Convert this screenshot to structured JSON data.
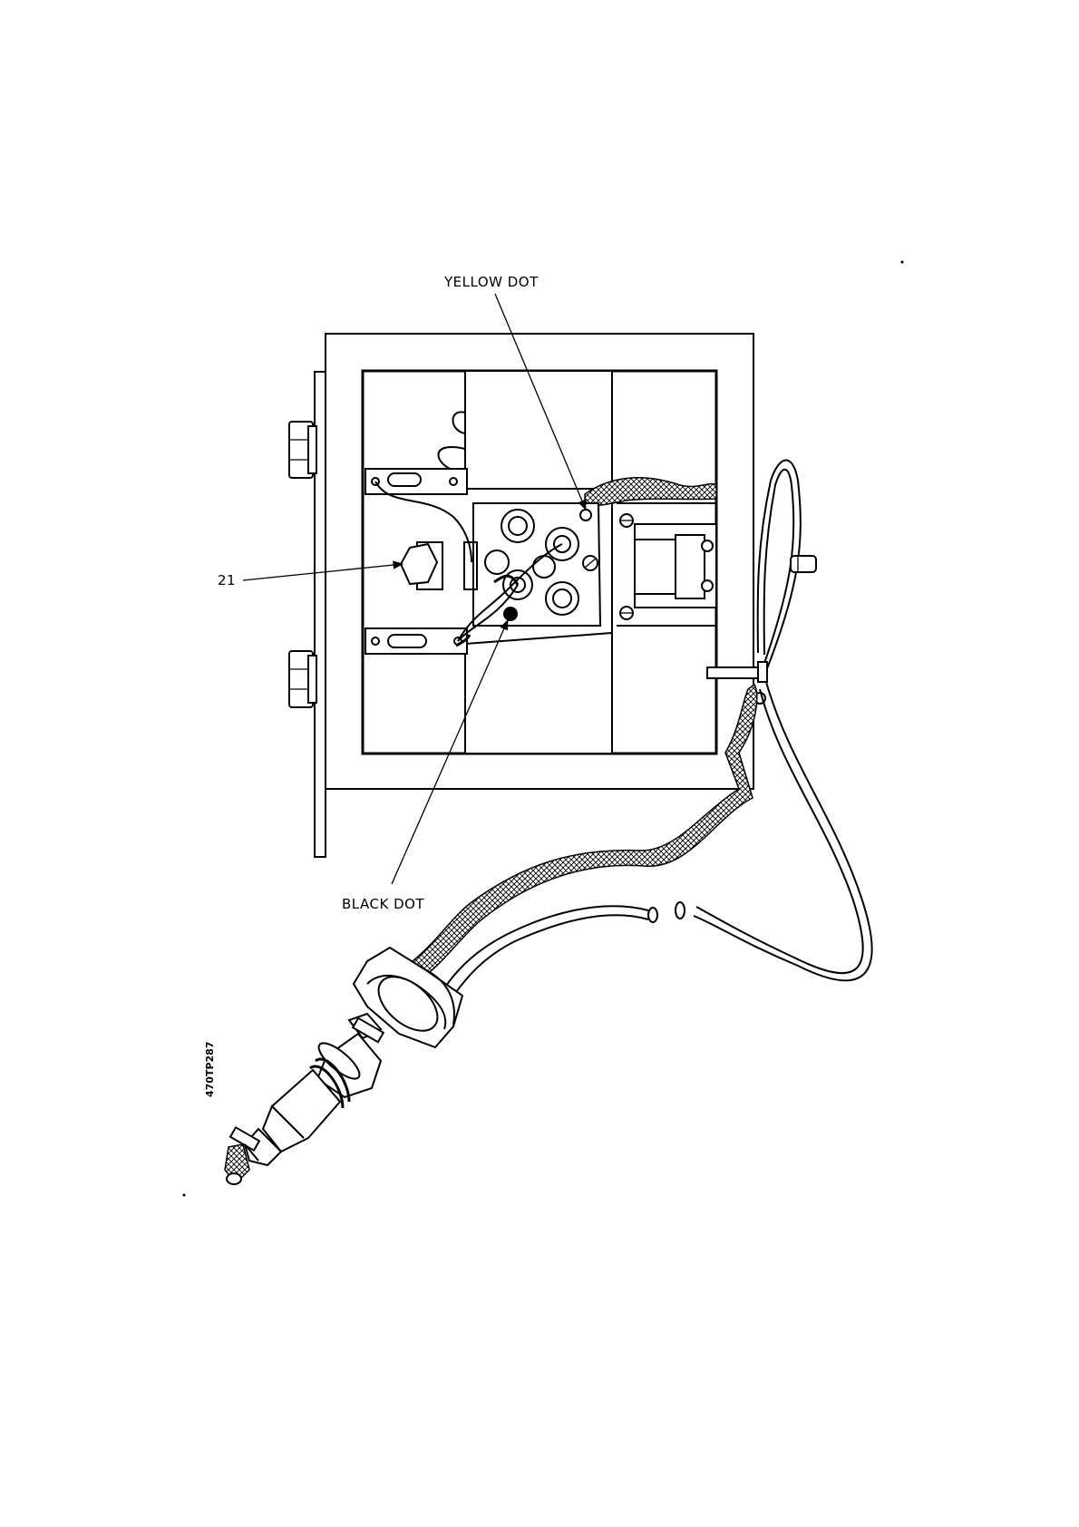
{
  "labels": {
    "yellow_dot": "YELLOW DOT",
    "black_dot": "BLACK DOT",
    "callout_21": "21",
    "drawing_number": "470TP287"
  },
  "colors": {
    "line": "#000000",
    "background": "#ffffff"
  }
}
